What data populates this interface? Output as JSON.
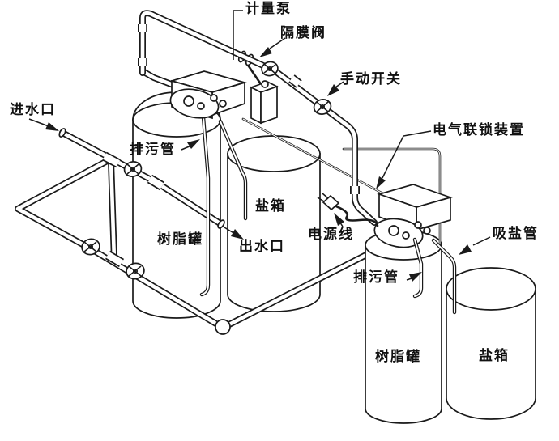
{
  "diagram": {
    "background_color": "#ffffff",
    "line_color": "#1a1a1a",
    "labels": {
      "metering_pump": "计量泵",
      "diaphragm_valve": "隔膜阀",
      "manual_switch": "手动开关",
      "water_inlet": "进水口",
      "electrical_interlock": "电气联锁装置",
      "drain_pipe_left": "排污管",
      "salt_tank_middle": "盐箱",
      "resin_tank_left": "树脂罐",
      "water_outlet": "出水口",
      "power_cord": "电源线",
      "salt_suction_pipe": "吸盐管",
      "drain_pipe_right": "排污管",
      "resin_tank_right": "树脂罐",
      "salt_tank_right": "盐箱"
    }
  }
}
